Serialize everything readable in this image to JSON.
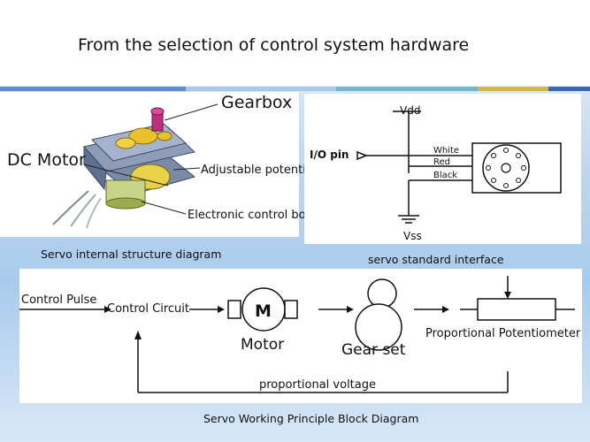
{
  "header": {
    "title": "From the selection of control system hardware"
  },
  "servo_structure": {
    "gearbox": "Gearbox",
    "dc_motor": "DC Motor",
    "potentiometer": "Adjustable potentiometer",
    "control_board": "Electronic control board",
    "caption": "Servo internal structure diagram"
  },
  "servo_interface": {
    "vdd": "Vdd",
    "io_pin": "I/O pin",
    "white": "White",
    "red": "Red",
    "black": "Black",
    "vss": "Vss",
    "caption": "servo standard interface"
  },
  "block_diagram": {
    "control_pulse": "Control Pulse",
    "control_circuit": "Control Circuit",
    "motor_symbol": "M",
    "motor": "Motor",
    "gear_set": "Gear set",
    "potentiometer": "Proportional Potentiometer",
    "feedback": "proportional voltage",
    "caption": "Servo Working Principle Block Diagram"
  }
}
